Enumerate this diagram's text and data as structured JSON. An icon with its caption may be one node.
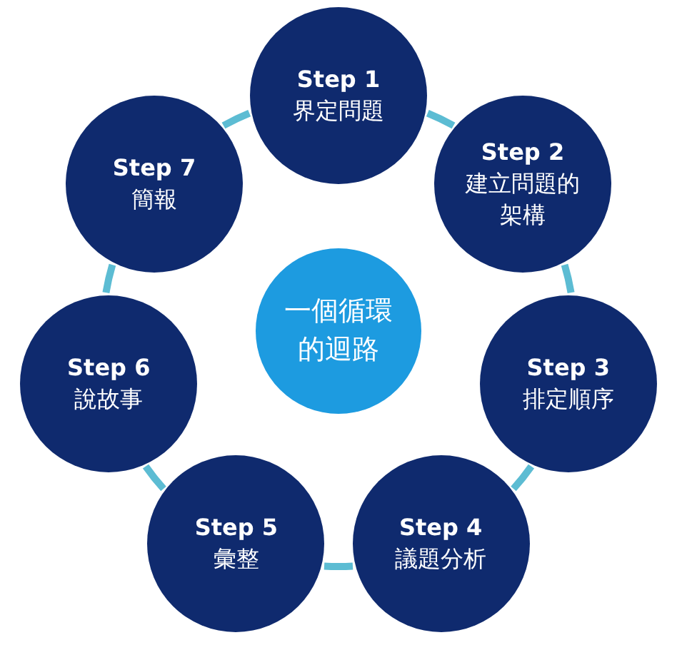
{
  "diagram": {
    "nodes": [
      {
        "text": [
          "Step 1",
          "界定問題"
        ]
      },
      {
        "text": [
          "Step 2",
          "建立問題的架構"
        ]
      },
      {
        "text": [
          "Step 3",
          "排定順序"
        ]
      },
      {
        "text": [
          "Step 4",
          "議題分析"
        ]
      },
      {
        "text": [
          "Step 5",
          "彙整"
        ]
      },
      {
        "text": [
          "Step 6",
          "說故事"
        ]
      },
      {
        "text": [
          "Step 7",
          "簡報"
        ]
      },
      {
        "text": [
          "一個循環的迴路"
        ]
      }
    ],
    "edges": [
      {
        "from": 0,
        "to": 1,
        "arrow": "none"
      },
      {
        "from": 1,
        "to": 2,
        "arrow": "none"
      },
      {
        "from": 2,
        "to": 3,
        "arrow": "none"
      },
      {
        "from": 3,
        "to": 4,
        "arrow": "none"
      },
      {
        "from": 4,
        "to": 5,
        "arrow": "none"
      },
      {
        "from": 5,
        "to": 6,
        "arrow": "none"
      },
      {
        "from": 6,
        "to": 0,
        "arrow": "none"
      }
    ]
  }
}
